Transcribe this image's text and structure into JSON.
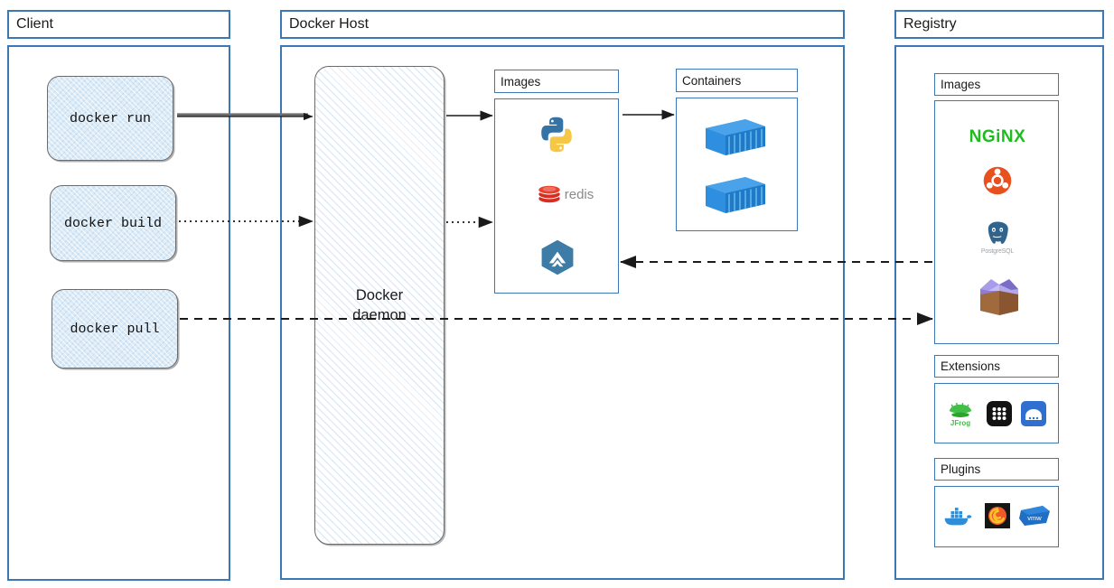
{
  "panels": {
    "client": {
      "title": "Client"
    },
    "docker_host": {
      "title": "Docker Host"
    },
    "registry": {
      "title": "Registry"
    }
  },
  "client": {
    "commands": [
      {
        "label": "docker run",
        "line_style": "solid-double"
      },
      {
        "label": "docker build",
        "line_style": "dotted"
      },
      {
        "label": "docker pull",
        "line_style": "dashed"
      }
    ]
  },
  "docker_host": {
    "daemon": {
      "label": "Docker\ndaemon"
    },
    "groups": [
      {
        "title": "Images",
        "icons": [
          {
            "name": "python-logo-icon"
          },
          {
            "name": "redis-logo-icon",
            "text": "redis"
          },
          {
            "name": "mattermost-hexagon-icon"
          }
        ]
      },
      {
        "title": "Containers",
        "icons": [
          {
            "name": "shipping-container-icon"
          },
          {
            "name": "shipping-container-icon"
          }
        ]
      }
    ]
  },
  "registry": {
    "groups": [
      {
        "title": "Images",
        "icons": [
          {
            "name": "nginx-logo-icon",
            "text": "NGiNX"
          },
          {
            "name": "ubuntu-logo-icon"
          },
          {
            "name": "postgresql-logo-icon",
            "text": "PostgreSQL"
          },
          {
            "name": "open-box-icon"
          }
        ]
      },
      {
        "title": "Extensions",
        "icons": [
          {
            "name": "jfrog-logo-icon",
            "text": "JFrog"
          },
          {
            "name": "dot-grid-app-icon"
          },
          {
            "name": "blue-storage-app-icon"
          }
        ]
      },
      {
        "title": "Plugins",
        "icons": [
          {
            "name": "docker-whale-icon"
          },
          {
            "name": "grafana-logo-icon"
          },
          {
            "name": "vmware-logo-icon",
            "text": "vmw"
          }
        ]
      }
    ]
  },
  "connectors": [
    {
      "name": "docker-run-to-daemon",
      "style": "solid-double",
      "direction": "right"
    },
    {
      "name": "docker-build-to-daemon",
      "style": "dotted",
      "direction": "right"
    },
    {
      "name": "docker-pull-to-registry",
      "style": "dashed",
      "direction": "right"
    },
    {
      "name": "daemon-to-images",
      "style": "solid",
      "direction": "right"
    },
    {
      "name": "daemon-to-images-build",
      "style": "dotted",
      "direction": "right"
    },
    {
      "name": "images-to-containers",
      "style": "solid",
      "direction": "right"
    },
    {
      "name": "registry-to-images",
      "style": "dashed",
      "direction": "left"
    }
  ],
  "colors": {
    "frame_blue": "#3c78b4",
    "sketch_fill": "#dbeaf7",
    "sketch_stroke": "#6b6b6b",
    "arrow_black": "#1a1a1a",
    "nginx_green": "#1fbc1f",
    "redis_red": "#d82c20",
    "ubuntu_orange": "#e8501d",
    "postgres_blue": "#31648c",
    "container_blue": "#2e8fe0",
    "hexagon_blue": "#3d7ca6",
    "jfrog_green": "#41bf47",
    "grafana_orange": "#f05a28",
    "vmware_blue": "#1f6fc4"
  }
}
